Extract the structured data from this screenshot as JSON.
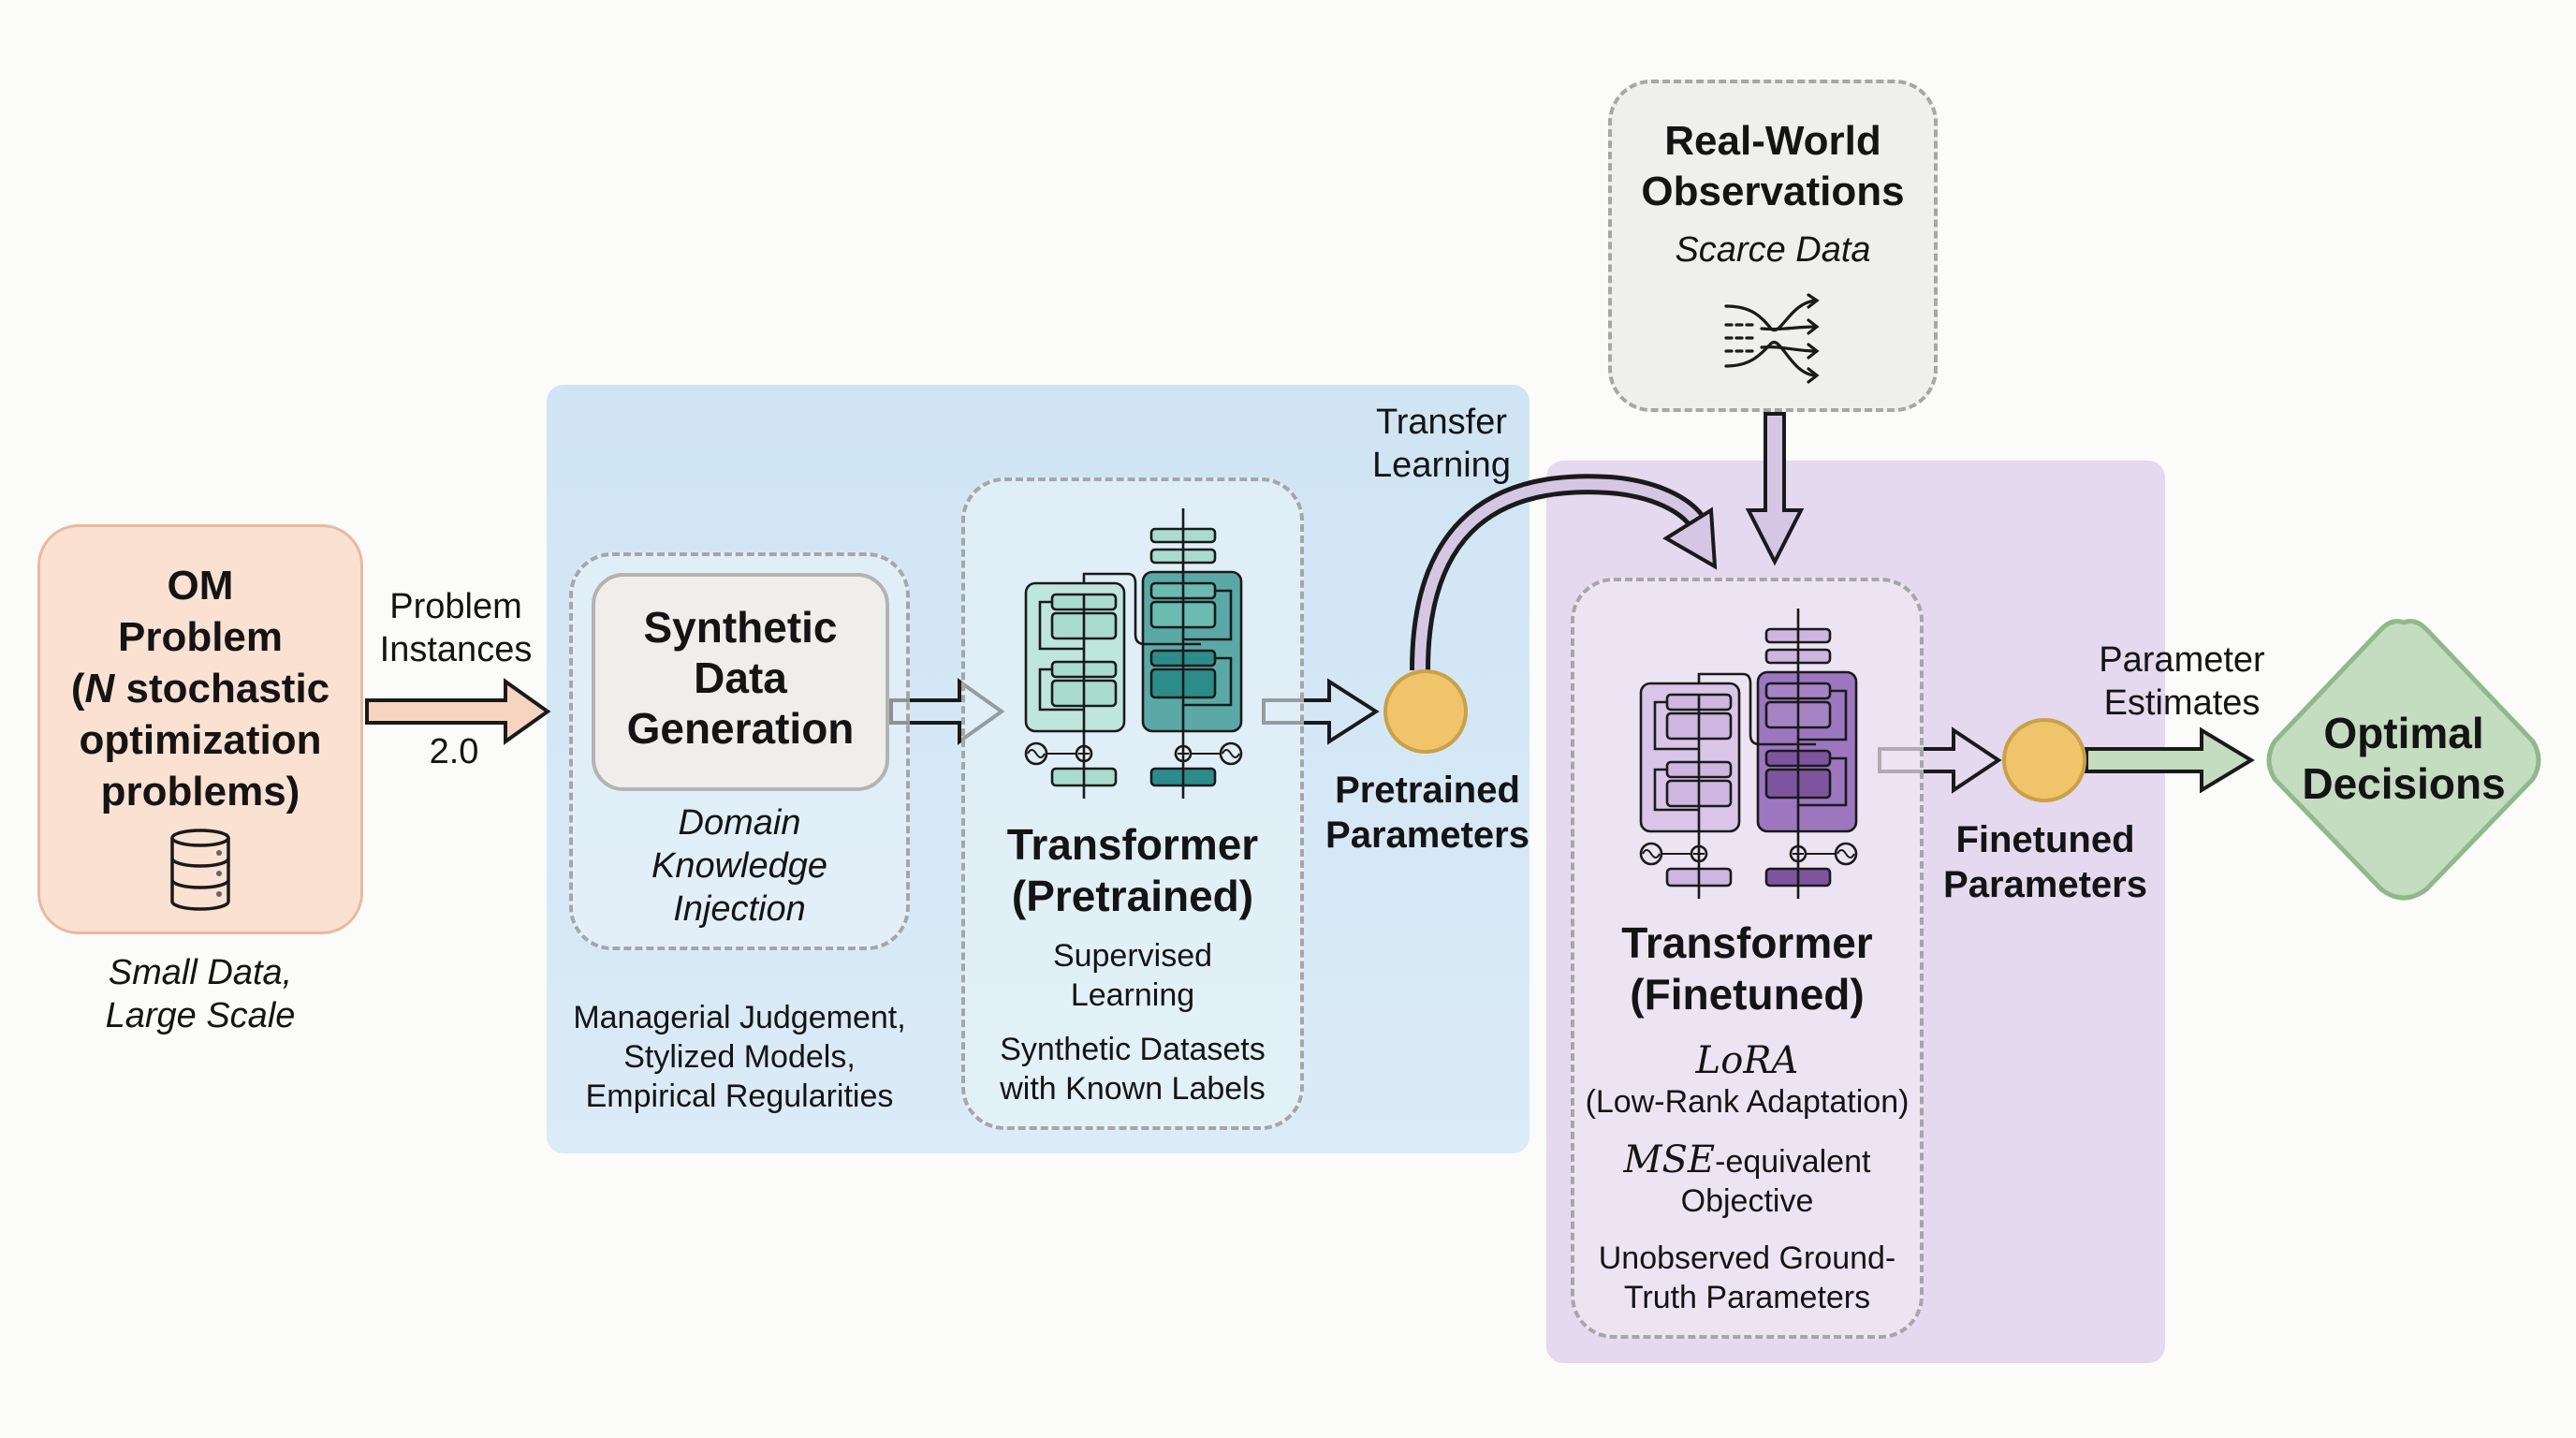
{
  "om_problem": {
    "title_lines": [
      "OM",
      "Problem"
    ],
    "title_line3_var": "N",
    "title_line3_rest": " stochastic",
    "title_line4": "optimization",
    "title_line5": "problems)",
    "title_open_paren": "(",
    "icon": "database-icon",
    "caption_lines": [
      "Small Data,",
      "Large Scale"
    ]
  },
  "arrow_problem_instances": {
    "label_lines": [
      "Problem",
      "Instances"
    ],
    "sublabel": "2.0"
  },
  "synthetic": {
    "title_lines": [
      "Synthetic",
      "Data",
      "Generation"
    ],
    "caption_lines": [
      "Domain",
      "Knowledge",
      "Injection"
    ],
    "sources_lines": [
      "Managerial Judgement,",
      "Stylized Models,",
      "Empirical Regularities"
    ]
  },
  "pretrained": {
    "icon": "transformer-architecture-icon",
    "title_lines": [
      "Transformer",
      "(Pretrained)"
    ],
    "method_lines": [
      "Supervised",
      "Learning"
    ],
    "data_lines": [
      "Synthetic Datasets",
      "with Known Labels"
    ]
  },
  "pretrained_params": {
    "label_lines": [
      "Pretrained",
      "Parameters"
    ]
  },
  "transfer": {
    "label_lines": [
      "Transfer",
      "Learning"
    ]
  },
  "real_world": {
    "title_lines": [
      "Real-World",
      "Observations"
    ],
    "subtitle": "Scarce Data",
    "icon": "data-streams-icon"
  },
  "finetuned": {
    "icon": "transformer-architecture-icon",
    "title_lines": [
      "Transformer",
      "(Finetuned)"
    ],
    "lora_math": "LoRA",
    "lora_desc": "(Low-Rank Adaptation)",
    "mse_math": "MSE",
    "mse_rest": "-equivalent",
    "objective": "Objective",
    "truth_lines": [
      "Unobserved Ground-",
      "Truth Parameters"
    ]
  },
  "finetuned_params": {
    "label_lines": [
      "Finetuned",
      "Parameters"
    ]
  },
  "param_estimates": {
    "label_lines": [
      "Parameter",
      "Estimates"
    ]
  },
  "decision": {
    "label_lines": [
      "Optimal",
      "Decisions"
    ]
  },
  "colors": {
    "om_fill": "#fbe1d2",
    "om_border": "#e9b9a0",
    "blue_panel": "#d4e7f5",
    "purple_panel": "#e4d9ee",
    "teal_light": "#a9dccf",
    "teal_dark": "#2c8c8a",
    "purple_light": "#cdb6df",
    "purple_dark": "#7d559f",
    "node_gold": "#efc46a",
    "decision_green": "#c4dcc0",
    "decision_border": "#8fb98a"
  }
}
